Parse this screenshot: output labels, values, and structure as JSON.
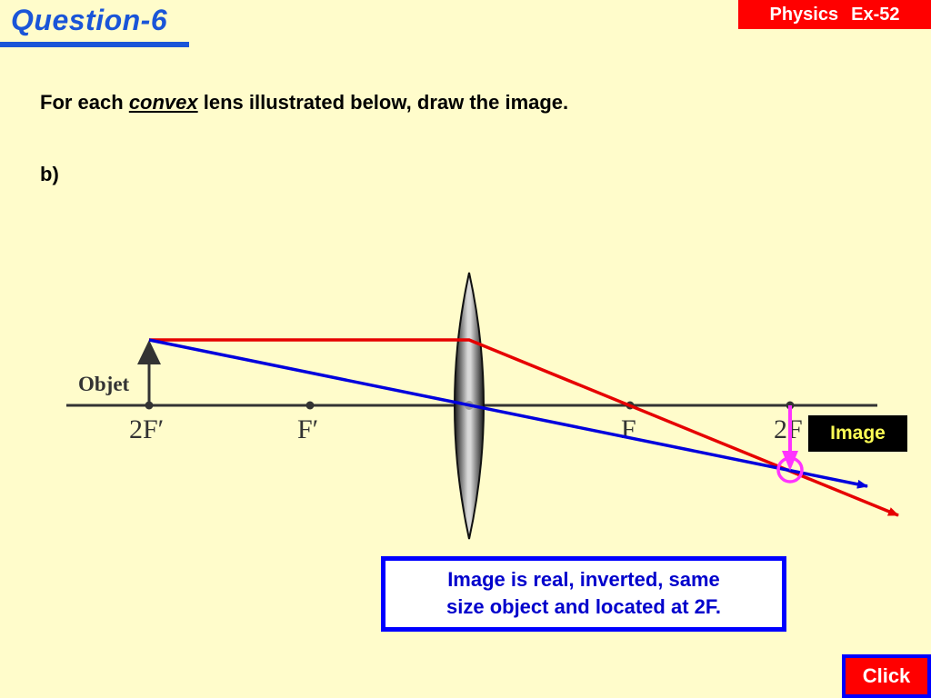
{
  "header": {
    "title": "Question-6",
    "subject": "Physics",
    "exercise": "Ex-52"
  },
  "instruction": {
    "before": "For each ",
    "emphasis": "convex",
    "after": " lens illustrated below, draw the image."
  },
  "part_label": "b)",
  "diagram": {
    "object_label": "Objet",
    "axis_labels": {
      "two_f_prime": "2F′",
      "f_prime": "F′",
      "f": "F",
      "two_f": "2F"
    },
    "image_tag": "Image",
    "colors": {
      "ray_parallel": "#e60000",
      "ray_center": "#0000dd",
      "image_arrow": "#ff33ff",
      "axis": "#333333"
    }
  },
  "answer": {
    "line1": "Image is real, inverted, same",
    "line2": "size object and located at 2F."
  },
  "buttons": {
    "click": "Click"
  }
}
